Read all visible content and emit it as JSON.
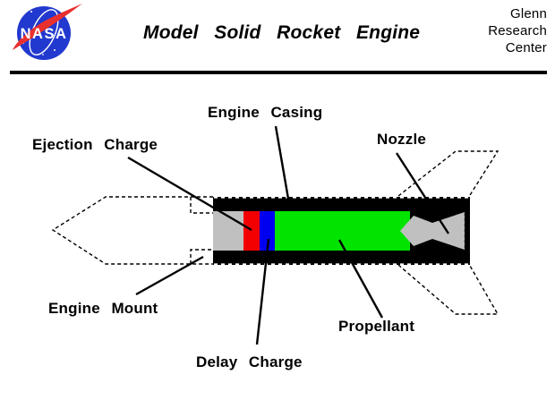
{
  "header": {
    "logo_text": "NASA",
    "title": "Model Solid Rocket Engine",
    "org": {
      "lines": [
        "Glenn",
        "Research",
        "Center"
      ]
    }
  },
  "diagram": {
    "labels": {
      "engine_casing": "Engine Casing",
      "ejection_charge": "Ejection Charge",
      "nozzle": "Nozzle",
      "engine_mount": "Engine Mount",
      "propellant": "Propellant",
      "delay_charge": "Delay Charge"
    },
    "colors": {
      "casing": "#000000",
      "end_cap": "#c0c0c0",
      "ejection_charge": "#f20000",
      "delay_charge": "#0000f0",
      "propellant": "#00e400",
      "nozzle": "#c0c0c0",
      "logo_blue": "#2239cf",
      "logo_red": "#e8302f"
    }
  }
}
